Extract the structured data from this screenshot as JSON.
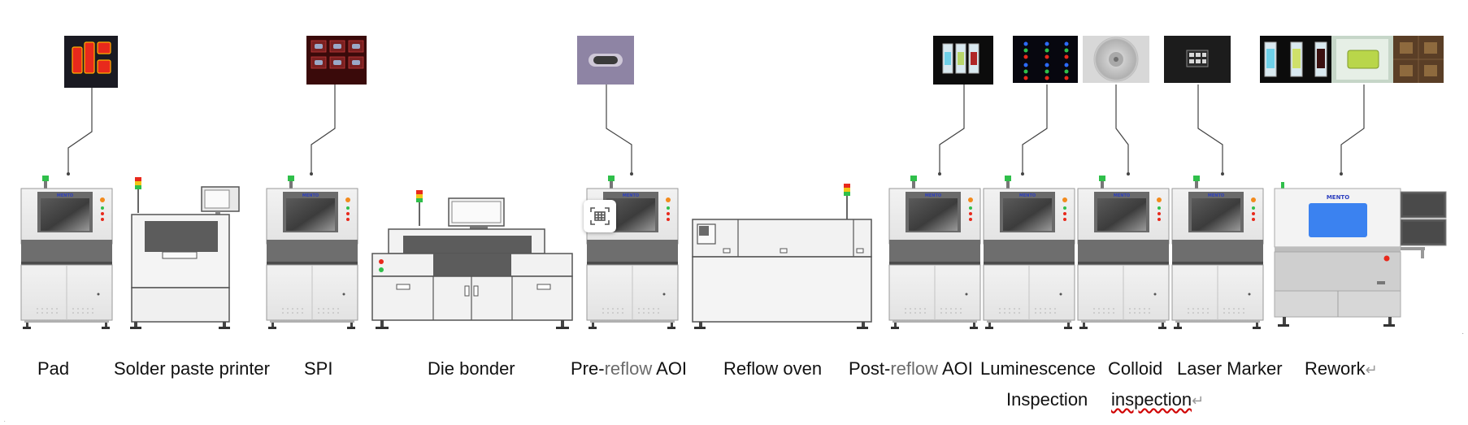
{
  "brand_text": "MENTO",
  "stations": [
    {
      "id": "pad",
      "label": "Pad"
    },
    {
      "id": "printer",
      "label": "Solder paste printer"
    },
    {
      "id": "spi",
      "label": "SPI"
    },
    {
      "id": "die",
      "label": "Die bonder"
    },
    {
      "id": "pre",
      "label_a": "Pre-",
      "label_b": "reflow",
      "label_c": " AOI"
    },
    {
      "id": "oven",
      "label": "Reflow oven"
    },
    {
      "id": "post",
      "label_a": "Post-",
      "label_b": "reflow",
      "label_c": " AOI"
    },
    {
      "id": "lum",
      "label": "Luminescence",
      "label_line2": "Inspection"
    },
    {
      "id": "colloid",
      "label": "Colloid",
      "label_line2": "inspection",
      "mark": "↵"
    },
    {
      "id": "laser",
      "label": "Laser Marker"
    },
    {
      "id": "rework",
      "label": "Rework",
      "mark": "↵"
    }
  ],
  "inspection_images": [
    {
      "name": "pad-image",
      "desc": "red-pads"
    },
    {
      "name": "spi-image",
      "desc": "solder-grid"
    },
    {
      "name": "pre-aoi-image",
      "desc": "die-gray"
    },
    {
      "name": "post-aoi-image",
      "desc": "led-chips"
    },
    {
      "name": "lum-image",
      "desc": "rgb-dots"
    },
    {
      "name": "colloid-image",
      "desc": "dome"
    },
    {
      "name": "laser-image",
      "desc": "marking"
    },
    {
      "name": "rework-image",
      "desc": "rework-strip"
    }
  ],
  "colors": {
    "machine_body": "#ededed",
    "machine_band": "#6e6e6e",
    "machine_outline": "#555555",
    "accent_blue": "#3b82f0",
    "red": "#e8291c",
    "green": "#2fbf4a",
    "yellow": "#f2c618"
  },
  "icons": {
    "floating_tool": "table-scan-icon"
  }
}
